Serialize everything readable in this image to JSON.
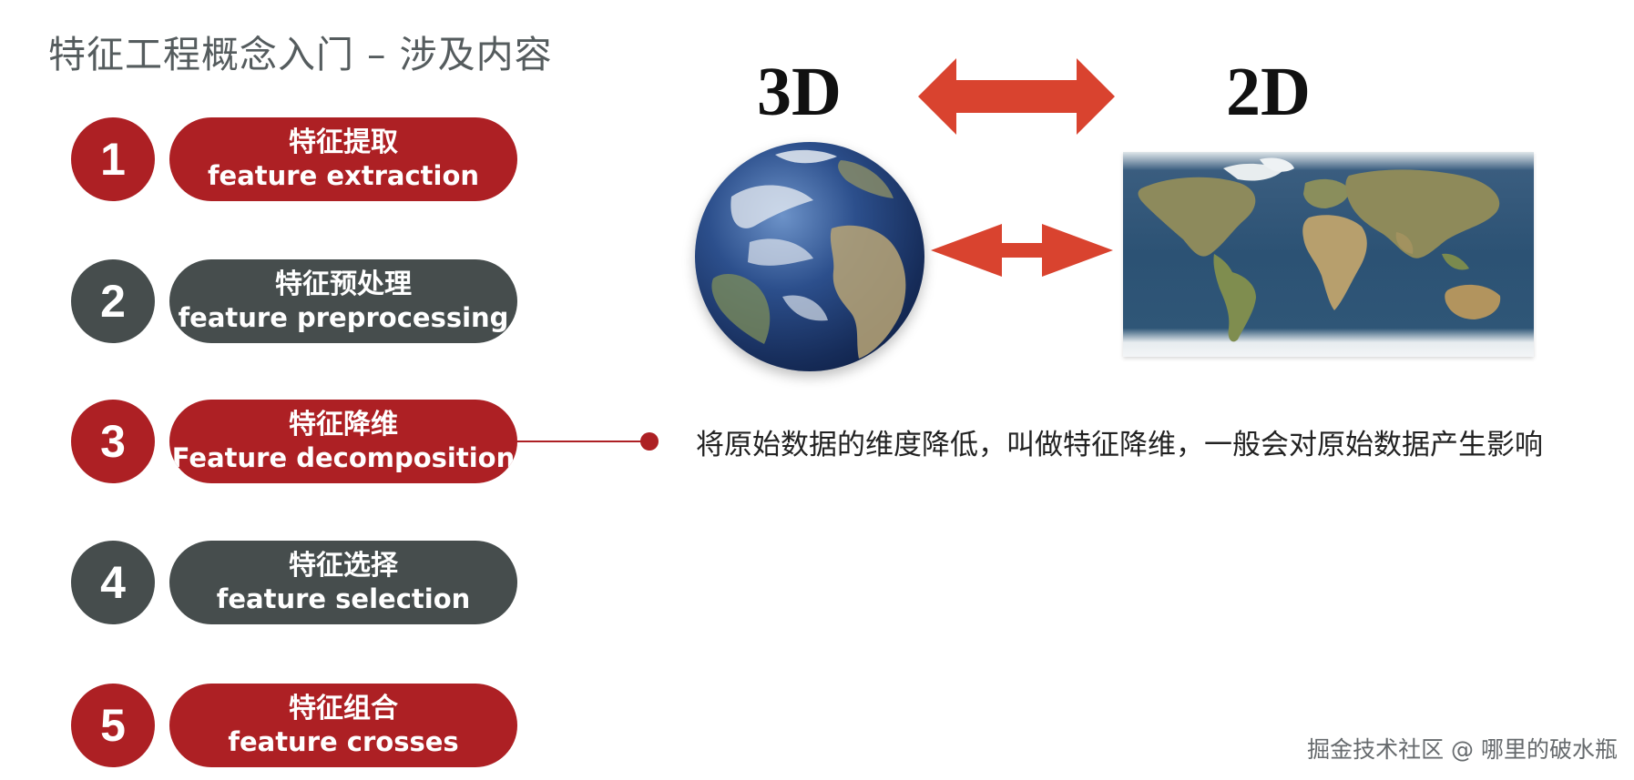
{
  "title": "特征工程概念入门 – 涉及内容",
  "items": [
    {
      "num": "1",
      "zh": "特征提取",
      "en": "feature extraction",
      "color": "red"
    },
    {
      "num": "2",
      "zh": "特征预处理",
      "en": "feature preprocessing",
      "color": "gray"
    },
    {
      "num": "3",
      "zh": "特征降维",
      "en": "Feature decomposition",
      "color": "red"
    },
    {
      "num": "4",
      "zh": "特征选择",
      "en": "feature selection",
      "color": "gray"
    },
    {
      "num": "5",
      "zh": "特征组合",
      "en": "feature crosses",
      "color": "red"
    }
  ],
  "illustration": {
    "label_3d": "3D",
    "label_2d": "2D"
  },
  "description": "将原始数据的维度降低，叫做特征降维，一般会对原始数据产生影响",
  "watermark": "掘金技术社区 @ 哪里的破水瓶",
  "colors": {
    "accent_red": "#ad2024",
    "dark_gray": "#464d4d",
    "arrow_red": "#d9432f"
  }
}
